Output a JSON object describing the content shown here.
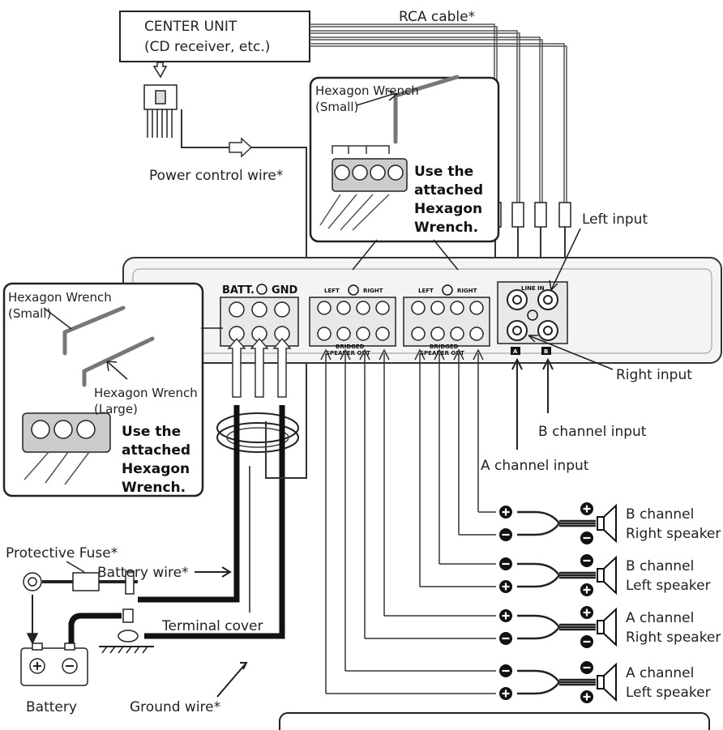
{
  "labels": {
    "center_unit_line1": "CENTER UNIT",
    "center_unit_line2": "(CD receiver, etc.)",
    "rca_cable": "RCA cable*",
    "power_control_wire": "Power control wire*",
    "wrench_small_line1": "Hexagon Wrench",
    "wrench_small_line2": "(Small)",
    "wrench_large_line1": "Hexagon Wrench",
    "wrench_large_line2": "(Large)",
    "use_attached_line1": "Use the",
    "use_attached_line2": "attached",
    "use_attached_line3": "Hexagon",
    "use_attached_line4": "Wrench.",
    "left_input": "Left input",
    "right_input": "Right input",
    "b_channel_input": "B channel input",
    "a_channel_input": "A channel input",
    "protective_fuse": "Protective Fuse*",
    "battery_wire": "Battery wire*",
    "terminal_cover": "Terminal cover",
    "battery": "Battery",
    "ground_wire": "Ground wire*",
    "batt": "BATT.",
    "gnd": "GND",
    "line_in": "LINE IN",
    "bridged": "BRIDGED",
    "speaker_out": "SPEAKER OUT",
    "left_tag": "LEFT",
    "right_tag": "RIGHT",
    "a_tag": "A",
    "b_tag": "B"
  },
  "speakers": [
    {
      "line1": "B channel",
      "line2": "Right speaker",
      "top": "+",
      "bottom": "−"
    },
    {
      "line1": "B channel",
      "line2": "Left speaker",
      "top": "−",
      "bottom": "+"
    },
    {
      "line1": "A channel",
      "line2": "Right speaker",
      "top": "+",
      "bottom": "−"
    },
    {
      "line1": "A channel",
      "line2": "Left speaker",
      "top": "−",
      "bottom": "+"
    }
  ]
}
